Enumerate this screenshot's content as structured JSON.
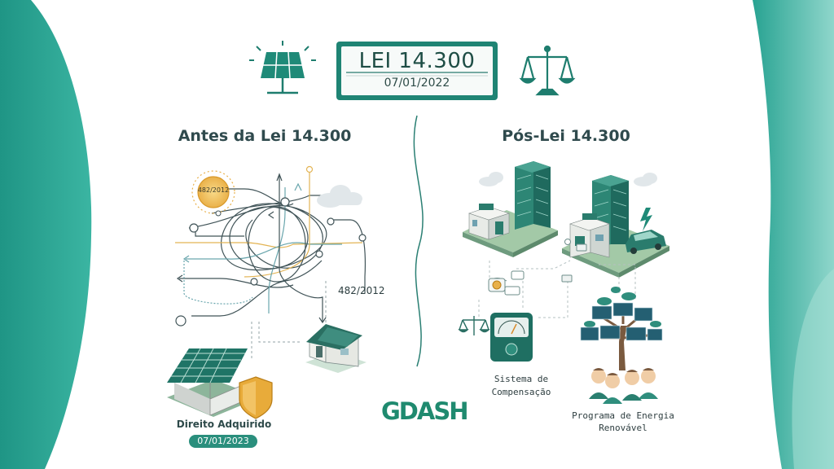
{
  "law": {
    "title": "LEI 14.300",
    "date": "07/01/2022"
  },
  "before": {
    "heading": "Antes da Lei 14.300",
    "sun_label": "482/2012",
    "network_label": "482/2012",
    "rights_label": "Direito Adquirido",
    "rights_date": "07/01/2023"
  },
  "after": {
    "heading": "Pós-Lei 14.300",
    "compensation_label": "Sistema de Compensação",
    "program_label": "Programa de Energia Renovável"
  },
  "logo": {
    "text": "GDASH"
  },
  "colors": {
    "teal": "#2a9d8f",
    "dark_teal": "#1e6f62",
    "gold": "#e8a838",
    "background": "#f4f8f8"
  },
  "icons": [
    "solar-panel-icon",
    "scales-icon",
    "sun-icon",
    "cloud-icon",
    "house-icon",
    "shield-icon",
    "building-icon",
    "electric-car-icon",
    "meter-icon",
    "tree-icon",
    "people-icon",
    "lightning-icon"
  ]
}
